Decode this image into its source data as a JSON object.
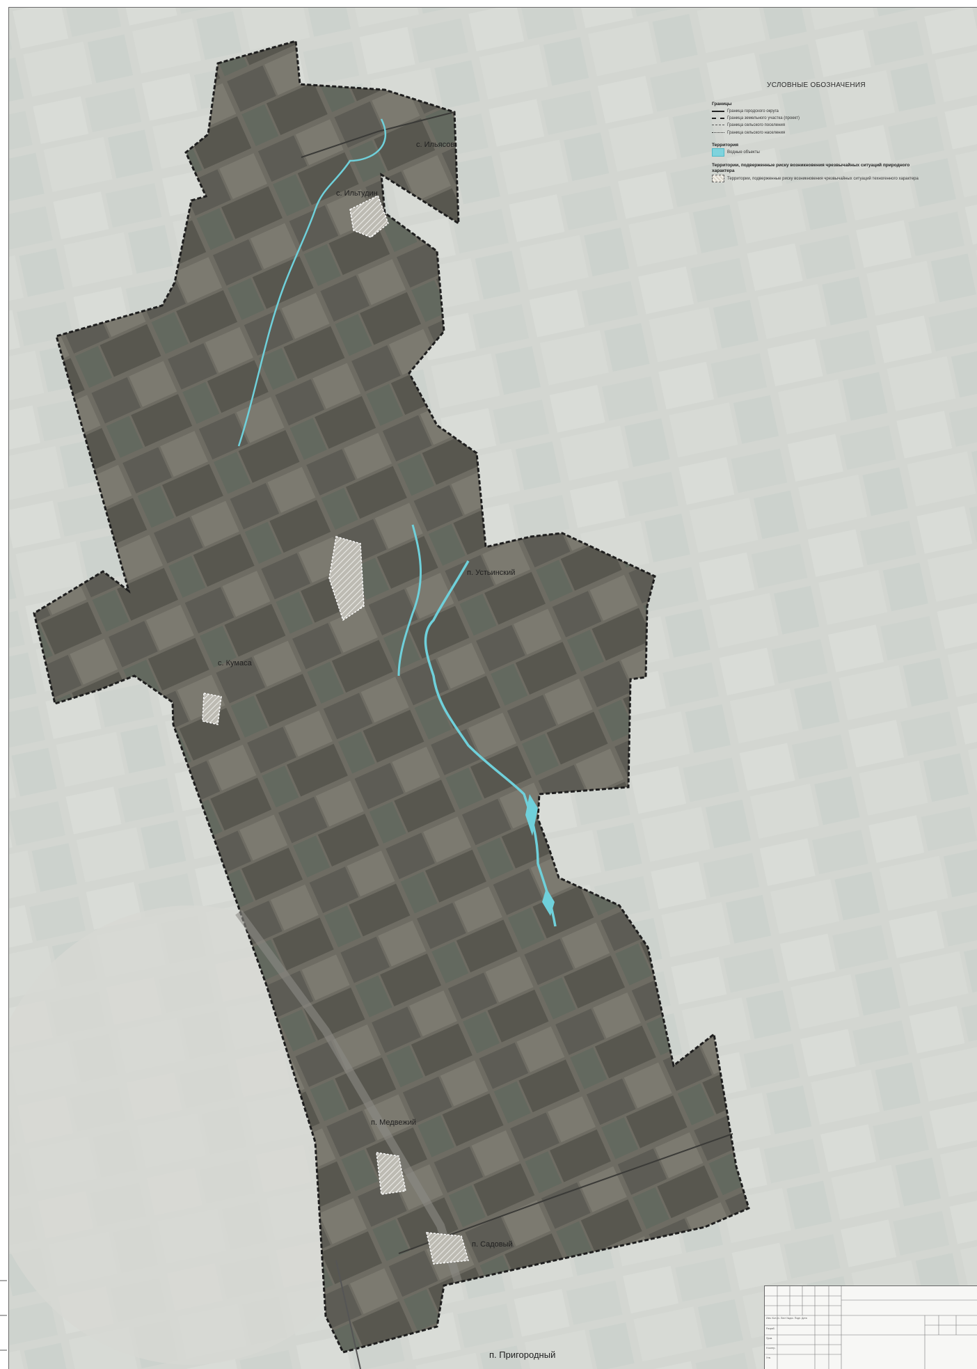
{
  "legend": {
    "title": "УСЛОВНЫЕ ОБОЗНАЧЕНИЯ",
    "groups": [
      {
        "heading": "Границы",
        "items": [
          {
            "symbol": "solid-line",
            "label": "Граница городского округа"
          },
          {
            "symbol": "dash-line",
            "label": "Граница земельного участка (проект)"
          },
          {
            "symbol": "dash-line-2",
            "label": "Граница сельского поселения"
          },
          {
            "symbol": "dotted-line",
            "label": "Граница сельского населения"
          }
        ]
      },
      {
        "heading": "Территория",
        "items": [
          {
            "symbol": "water",
            "label": "Водные объекты"
          }
        ]
      },
      {
        "heading": "Территории, подверженные риску возникновения чрезвычайных ситуаций природного характера",
        "items": [
          {
            "symbol": "hatch",
            "label": "Территории, подверженные риску возникновения чрезвычайных ситуаций техногенного характера"
          }
        ]
      }
    ]
  },
  "places": [
    {
      "id": "n1",
      "label": "с. Ильясов"
    },
    {
      "id": "n2",
      "label": "с. Ильтудин"
    },
    {
      "id": "n3",
      "label": "п. Устьинский"
    },
    {
      "id": "n4",
      "label": "с. Кумаса"
    },
    {
      "id": "n5",
      "label": "п. Медвежий"
    },
    {
      "id": "n6",
      "label": "п. Садовый"
    },
    {
      "id": "n7",
      "label": "п. Пригородный"
    }
  ],
  "colors": {
    "background": "#c6cbc6",
    "territory": "#6f6c62",
    "water": "#6fd0da",
    "boundary": "#1e1e1e"
  },
  "stamp": {
    "text_lines": [
      "Изм. Кол.уч. Лист №док. Подп. Дата",
      "Разраб.",
      "Пров.",
      "Н.контр.",
      "Утв."
    ]
  }
}
